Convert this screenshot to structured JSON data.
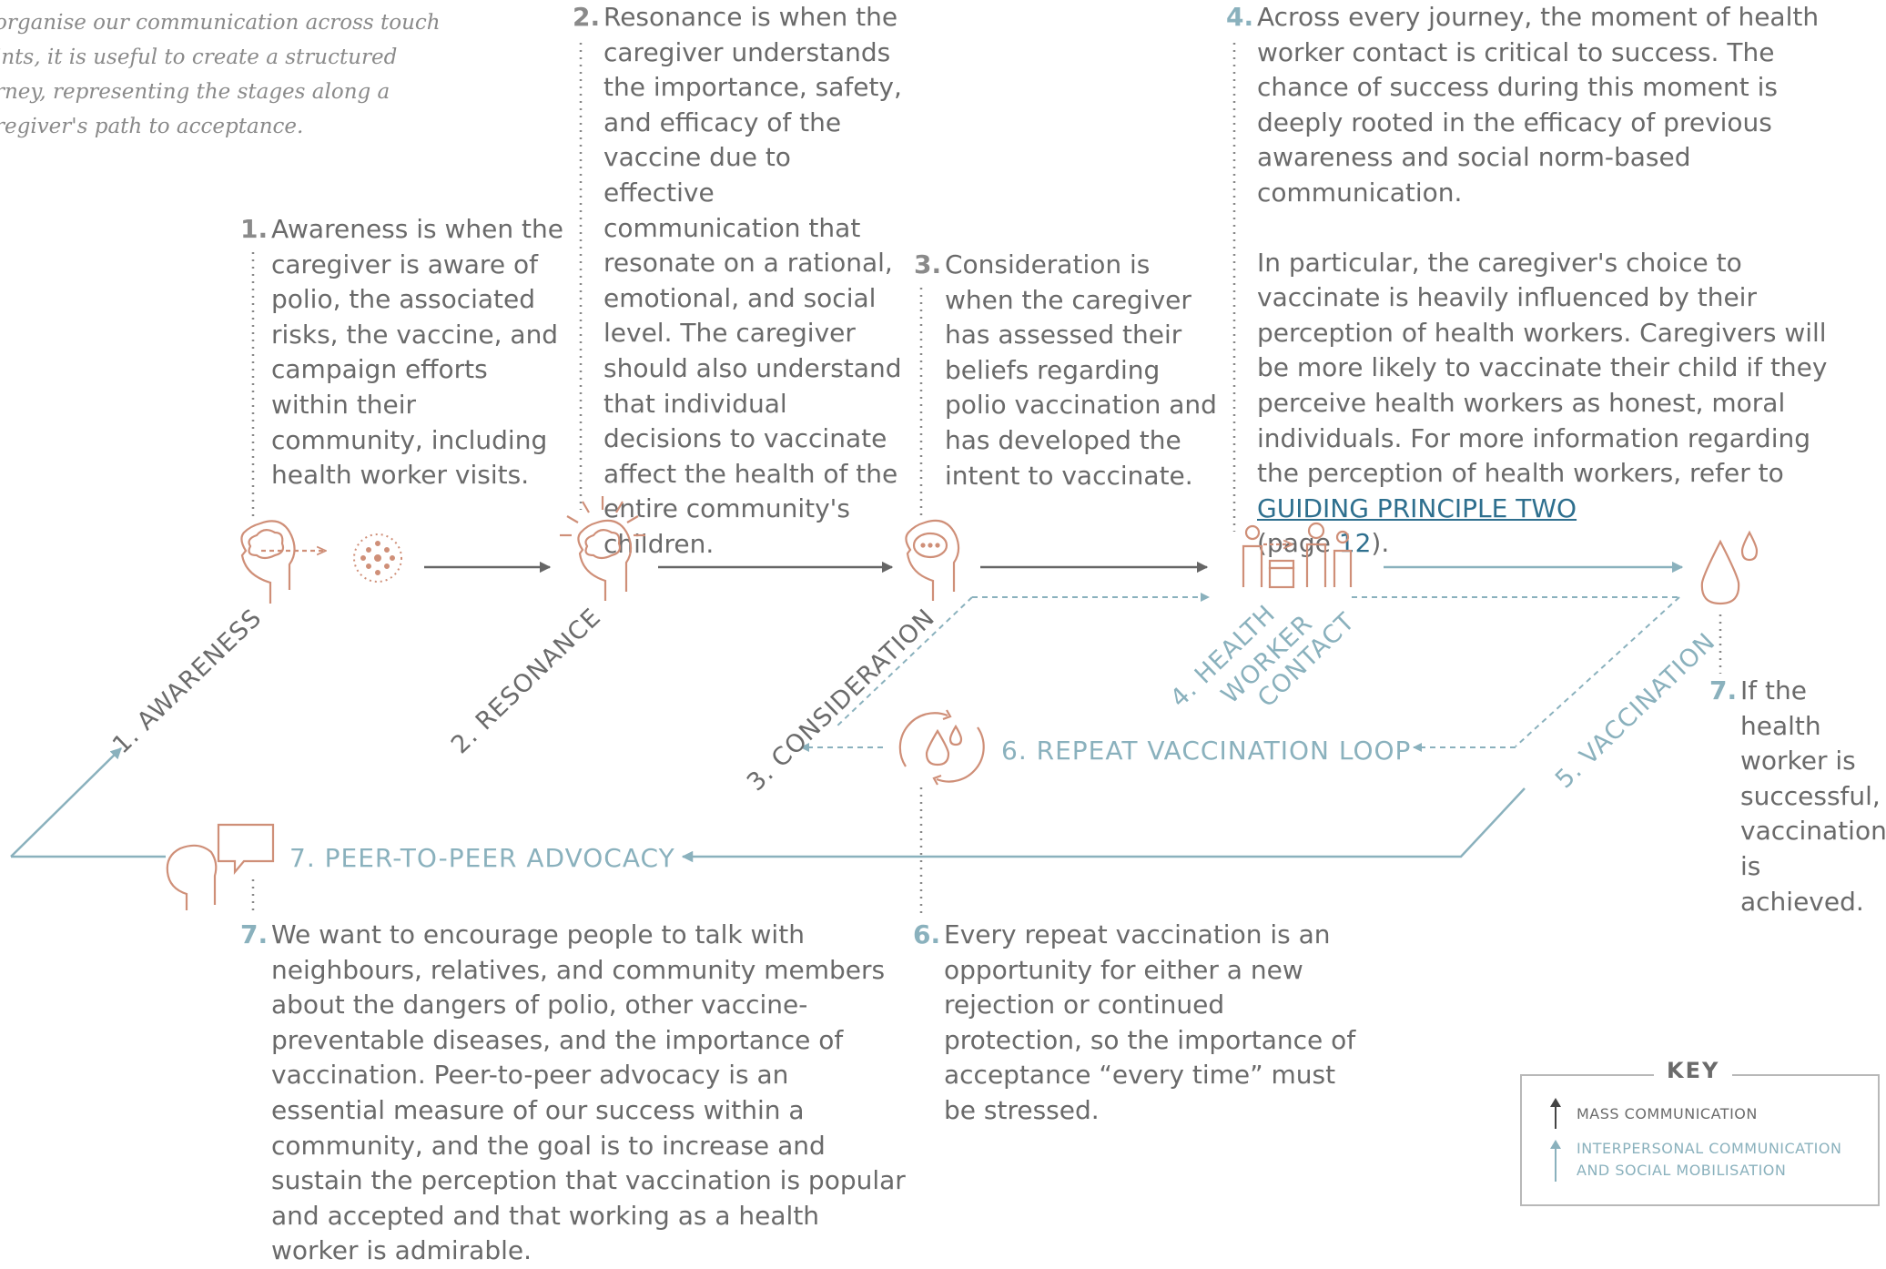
{
  "intro_lines": [
    "organise our communication across touch",
    "ints, it is useful to create a structured",
    "rney, representing the stages along a",
    "regiver's path to acceptance."
  ],
  "steps": {
    "awareness": {
      "num": "1.",
      "text": "Awareness is when the caregiver is aware of polio, the associated risks, the vaccine, and campaign efforts within their community, including health worker visits.",
      "label": "1. AWARENESS"
    },
    "resonance": {
      "num": "2.",
      "text": "Resonance is when the caregiver understands the importance, safety, and efficacy of the vaccine due to effective communication that resonate on a rational, emotional, and social level. The caregiver should also understand that individual decisions to vaccinate affect the health of the entire community's children.",
      "label": "2. RESONANCE"
    },
    "consideration": {
      "num": "3.",
      "text": "Consideration is when the caregiver has assessed their beliefs regarding polio vaccination and has developed the intent to vaccinate.",
      "label": "3. CONSIDERATION"
    },
    "health_worker": {
      "num": "4.",
      "text_a": "Across every journey, the moment of health worker contact is critical to success. The chance of success during this moment is deeply rooted in the efficacy of previous awareness and social norm-based communication.",
      "text_b": "In particular, the caregiver's choice to vaccinate is heavily influenced by their perception of health workers. Caregivers will be more likely to vaccinate their child if they perceive health workers as honest, moral individuals. For more information regarding the perception of health workers, refer to",
      "link": "GUIDING PRINCIPLE TWO",
      "page_prefix": "(page ",
      "page_num": "12",
      "page_suffix": ").",
      "label_line1": "4. HEALTH",
      "label_line2": "WORKER",
      "label_line3": "CONTACT"
    },
    "vaccination": {
      "label": "5. VACCINATION"
    },
    "repeat": {
      "num": "6.",
      "text": "Every repeat vaccination is an opportunity for either a new rejection or continued protection, so the importance of acceptance “every time” must be stressed.",
      "label": "6. REPEAT VACCINATION LOOP"
    },
    "success": {
      "num": "7.",
      "text": "If the health worker is successful, vaccination is achieved."
    },
    "advocacy": {
      "num": "7.",
      "text": "We want to encourage people to talk with neighbours, relatives, and community members about the dangers of polio, other vaccine-preventable diseases, and the importance of vaccination. Peer-to-peer advocacy is an essential measure of our success within a community, and the goal is to increase and sustain the perception that vaccination is popular and accepted and that working as a health worker is admirable.",
      "label": "7. PEER-TO-PEER ADVOCACY"
    }
  },
  "key": {
    "title": "KEY",
    "mass": "MASS COMMUNICATION",
    "interpersonal_line1": "INTERPERSONAL COMMUNICATION",
    "interpersonal_line2": "AND SOCIAL MOBILISATION"
  },
  "colors": {
    "orange_icon": "#cf8f78",
    "teal": "#8ab1bd",
    "gray_arrow": "#666666",
    "link": "#2e6f8e"
  }
}
